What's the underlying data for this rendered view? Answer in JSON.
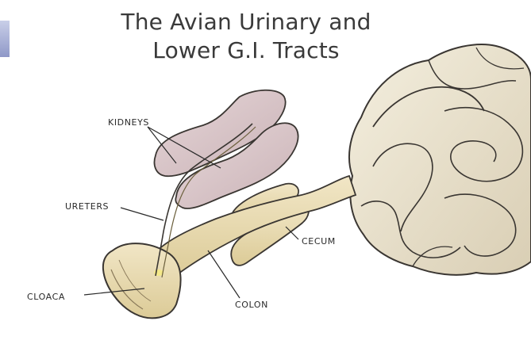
{
  "slide": {
    "title_line1": "The Avian Urinary and",
    "title_line2": "Lower G.I. Tracts"
  },
  "diagram": {
    "labels": {
      "kidneys": "KIDNEYS",
      "ureters": "URETERS",
      "cecum": "CECUM",
      "cloaca": "CLOACA",
      "colon": "COLON"
    }
  },
  "colors": {
    "kidney_fill": "#d9c7c9",
    "intestine_fill": "#eee6cf",
    "tract_fill": "#ebdcb0",
    "outline": "#3a3632"
  }
}
